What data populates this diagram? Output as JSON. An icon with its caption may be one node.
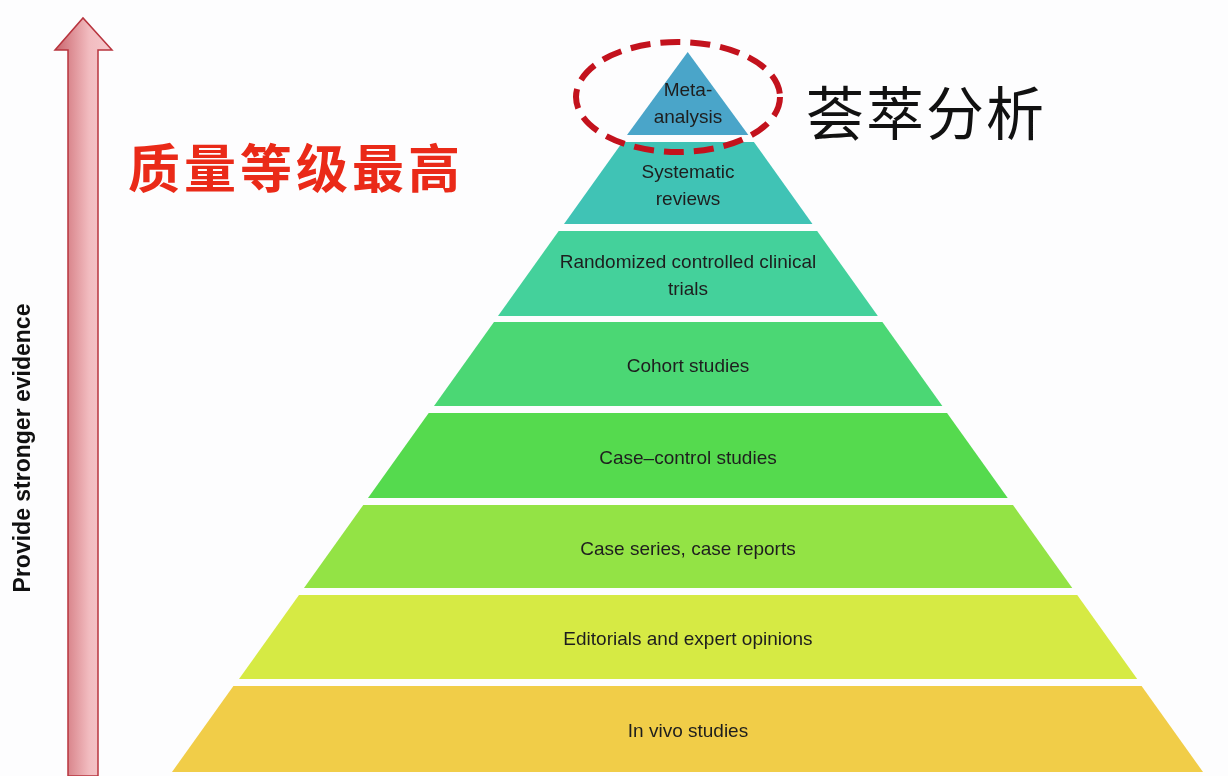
{
  "diagram": {
    "nodes": [
      {
        "text": [
          "Meta-analysis"
        ]
      },
      {
        "text": [
          "Systematic reviews"
        ]
      },
      {
        "text": [
          "Randomized controlled clinical trials"
        ]
      },
      {
        "text": [
          "Cohort studies"
        ]
      },
      {
        "text": [
          "Case–control studies"
        ]
      },
      {
        "text": [
          "Case series, case reports"
        ]
      },
      {
        "text": [
          "Editorials and expert opinions"
        ]
      },
      {
        "text": [
          "In vivo studies"
        ]
      }
    ],
    "edges": [],
    "labels": [
      "质量等级最高",
      "荟萃分析",
      "Provide stronger evidence"
    ]
  }
}
